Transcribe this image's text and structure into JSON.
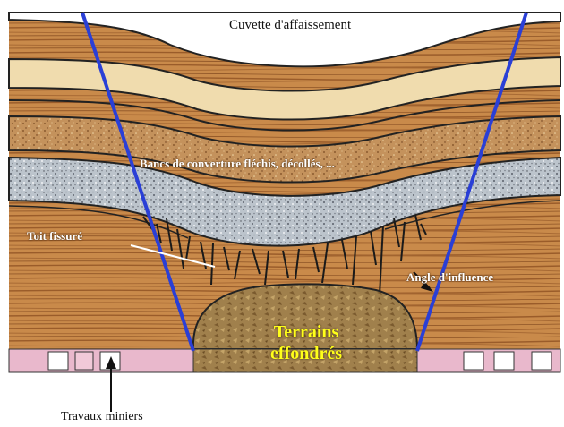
{
  "labels": {
    "cuvette": "Cuvette d'affaissement",
    "bancs": "Bancs de converture fléchis, décollés, ...",
    "toit": "Toit fissuré",
    "angle": "Angle d'influence",
    "terrains_line1": "Terrains",
    "terrains_line2": "effondrés",
    "travaux": "Travaux miniers"
  },
  "colors": {
    "wood_base": "#c98a4a",
    "wood_dark": "#8e5426",
    "cream_band": "#f0dcae",
    "speckled_band": "#b98a58",
    "gravel_band": "#b8c0c8",
    "influence_line": "#2a3fd6",
    "collapsed": "#9c7a44",
    "pink_row": "#e9b8cc",
    "label_yellow": "#ffff1a"
  }
}
